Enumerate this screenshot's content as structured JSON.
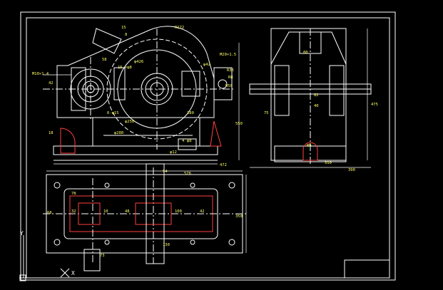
{
  "drawing": {
    "front_view_labels": {
      "dim_top_radius": "R172",
      "dim_m20x1_5": "M20×1.5",
      "dim_m10x1_4": "M10×1.4",
      "dim_left_top_a": "15",
      "dim_left_top_b": "8",
      "dim_left_top_c": "58",
      "dim_mid_center": "φ426",
      "dim_mid_small": "15 ×φ8",
      "dim_bolt": "6-φ15",
      "dim_hub": "φ250",
      "dim_hub2": "φ280",
      "dim_right_r": "R8",
      "dim_right_a": "φ42",
      "dim_right_b": "R35",
      "dim_right_c": "R50",
      "dim_h_total": "550",
      "dim_h_mid": "180",
      "dim_base_len": "472",
      "dim_base_left": "18",
      "dim_base_inner": "φ12",
      "dim_base_mid": "4",
      "dim_pocket": "φ8",
      "dim_left_small": "42"
    },
    "side_view_labels": {
      "dim_top": "80",
      "dim_height": "475",
      "dim_half": "40",
      "dim_inner": "82",
      "dim_width": "310",
      "dim_total": "390",
      "dim_left": "75",
      "dim_small": "φ6"
    },
    "top_view_labels": {
      "dim_length": "576",
      "dim_width": "350",
      "dim_side": "68",
      "dim_a": "32",
      "dim_b": "10",
      "dim_c": "48",
      "dim_d": "100",
      "dim_e": "42",
      "dim_f": "130",
      "dim_g": "78",
      "dim_h": "54",
      "dim_i": "73"
    },
    "ucs": {
      "axis_y": "Y",
      "axis_x": "X"
    }
  }
}
